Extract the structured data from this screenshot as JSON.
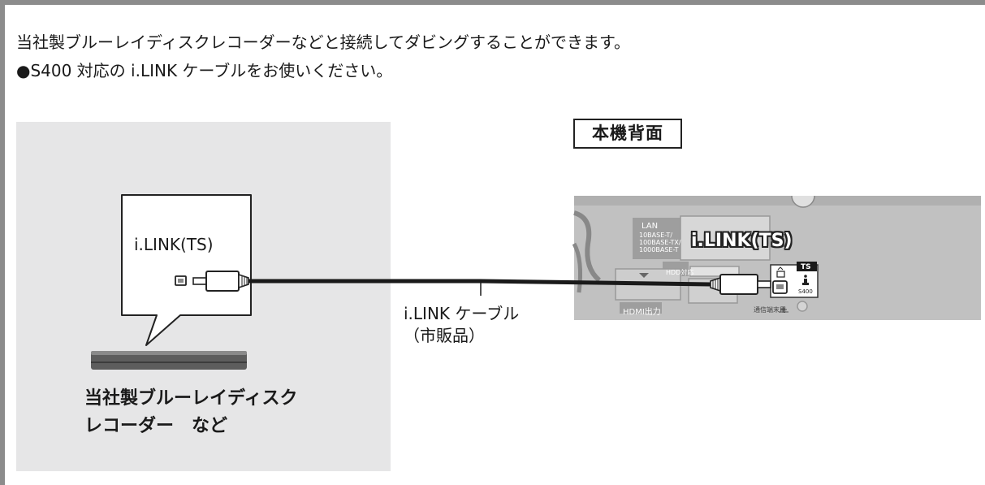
{
  "intro": {
    "line1": "当社製ブルーレイディスクレコーダーなどと接続してダビングすることができます。",
    "line2": "●S400 対応の i.LINK ケーブルをお使いください。"
  },
  "rear_title": "本機背面",
  "left_device": {
    "port_label": "i.LINK(TS)",
    "caption_line1": "当社製ブルーレイディスク",
    "caption_line2": "レコーダー　など"
  },
  "cable": {
    "label_line1": "i.LINK ケーブル",
    "label_line2": "（市販品）"
  },
  "rear_panel": {
    "port_label": "i.LINK(TS)",
    "lan_title": "LAN",
    "lan_spec_1": "10BASE-T/",
    "lan_spec_2": "100BASE-TX/",
    "lan_spec_3": "1000BASE-T",
    "hdd_text": "HDD対応",
    "hdmi_text": "HDMI出力",
    "ts_text": "TS",
    "s400_text": "S400",
    "dedicated_text": "通信端末用"
  },
  "colors": {
    "frame": "#8c8c8c",
    "left_panel": "#e6e6e7",
    "device_body": "#bdbdbd",
    "port_label_bg": "#9e9e9e",
    "cable": "#1a1a1a"
  }
}
